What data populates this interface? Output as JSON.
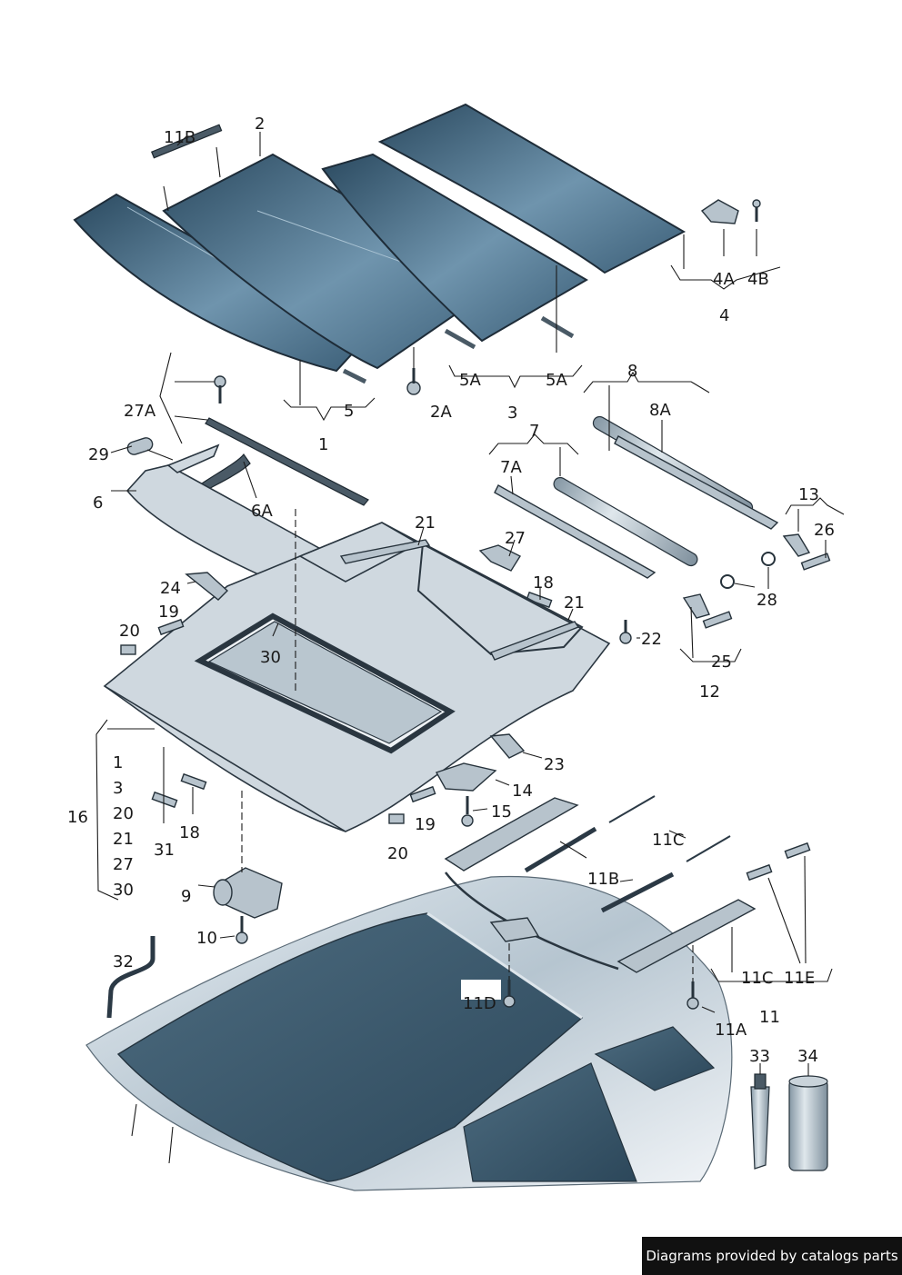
{
  "diagram": {
    "callouts": [
      {
        "id": "c-11B-top",
        "text": "11B"
      },
      {
        "id": "c-2",
        "text": "2"
      },
      {
        "id": "c-4A",
        "text": "4A"
      },
      {
        "id": "c-4B",
        "text": "4B"
      },
      {
        "id": "c-4",
        "text": "4"
      },
      {
        "id": "c-27A",
        "text": "27A"
      },
      {
        "id": "c-5",
        "text": "5"
      },
      {
        "id": "c-2A",
        "text": "2A"
      },
      {
        "id": "c-5A-l",
        "text": "5A"
      },
      {
        "id": "c-5A-r",
        "text": "5A"
      },
      {
        "id": "c-3",
        "text": "3"
      },
      {
        "id": "c-8",
        "text": "8"
      },
      {
        "id": "c-8A",
        "text": "8A"
      },
      {
        "id": "c-1-top",
        "text": "1"
      },
      {
        "id": "c-7",
        "text": "7"
      },
      {
        "id": "c-29",
        "text": "29"
      },
      {
        "id": "c-7A",
        "text": "7A"
      },
      {
        "id": "c-6",
        "text": "6"
      },
      {
        "id": "c-6A",
        "text": "6A"
      },
      {
        "id": "c-13",
        "text": "13"
      },
      {
        "id": "c-26",
        "text": "26"
      },
      {
        "id": "c-21-top",
        "text": "21"
      },
      {
        "id": "c-27",
        "text": "27"
      },
      {
        "id": "c-18-top",
        "text": "18"
      },
      {
        "id": "c-24",
        "text": "24"
      },
      {
        "id": "c-28",
        "text": "28"
      },
      {
        "id": "c-21-mid",
        "text": "21"
      },
      {
        "id": "c-19-top",
        "text": "19"
      },
      {
        "id": "c-20-top",
        "text": "20"
      },
      {
        "id": "c-22",
        "text": "22"
      },
      {
        "id": "c-30",
        "text": "30"
      },
      {
        "id": "c-25",
        "text": "25"
      },
      {
        "id": "c-12",
        "text": "12"
      },
      {
        "id": "c-23",
        "text": "23"
      },
      {
        "id": "c-14",
        "text": "14"
      },
      {
        "id": "c-15",
        "text": "15"
      },
      {
        "id": "c-19-bot",
        "text": "19"
      },
      {
        "id": "c-18-bot",
        "text": "18"
      },
      {
        "id": "c-31",
        "text": "31"
      },
      {
        "id": "c-20-bot",
        "text": "20"
      },
      {
        "id": "c-11C-top",
        "text": "11C"
      },
      {
        "id": "c-11B-bot",
        "text": "11B"
      },
      {
        "id": "c-9",
        "text": "9"
      },
      {
        "id": "c-10",
        "text": "10"
      },
      {
        "id": "c-32",
        "text": "32"
      },
      {
        "id": "c-11C-bot",
        "text": "11C"
      },
      {
        "id": "c-11E",
        "text": "11E"
      },
      {
        "id": "c-11D",
        "text": "11D"
      },
      {
        "id": "c-11",
        "text": "11"
      },
      {
        "id": "c-11A",
        "text": "11A"
      },
      {
        "id": "c-33",
        "text": "33"
      },
      {
        "id": "c-34",
        "text": "34"
      }
    ],
    "group16": {
      "label": "16",
      "items": [
        "1",
        "3",
        "20",
        "21",
        "27",
        "30"
      ]
    }
  },
  "credit": "Diagrams provided by catalogs parts",
  "colors": {
    "glass_dark": "#2b4a60",
    "glass_light": "#6f94ad",
    "frame": "#cfd8df",
    "ink": "#1a1a1a",
    "credit_bg": "#111111"
  }
}
